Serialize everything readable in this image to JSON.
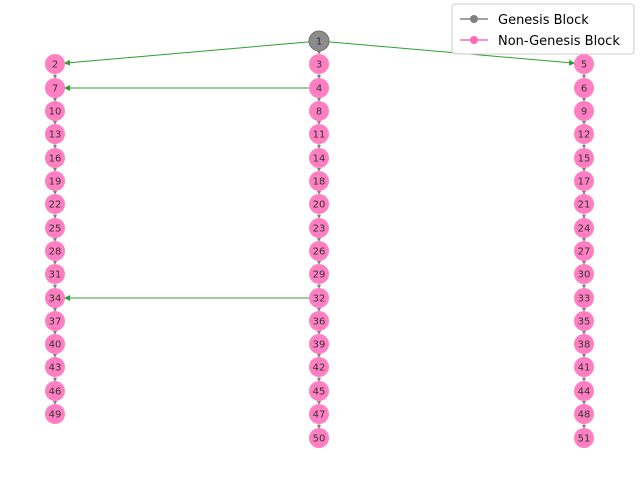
{
  "legend": {
    "items": [
      {
        "label": "Genesis Block",
        "color": "#808080"
      },
      {
        "label": "Non-Genesis Block",
        "color": "#ff69b4"
      }
    ]
  },
  "colors": {
    "genesis_fill": "#8c8c8c",
    "node_fill": "#ff7fc2",
    "chain_edge": "#808080",
    "fork_edge": "#2ca02c",
    "label": "#333333"
  },
  "graph": {
    "genesis": "1",
    "columns": [
      [
        "2",
        "7",
        "10",
        "13",
        "16",
        "19",
        "22",
        "25",
        "28",
        "31",
        "34",
        "37",
        "40",
        "43",
        "46",
        "49"
      ],
      [
        "1",
        "3",
        "4",
        "8",
        "11",
        "14",
        "18",
        "20",
        "23",
        "26",
        "29",
        "32",
        "36",
        "39",
        "42",
        "45",
        "47",
        "50"
      ],
      [
        "5",
        "6",
        "9",
        "12",
        "15",
        "17",
        "21",
        "24",
        "27",
        "30",
        "33",
        "35",
        "38",
        "41",
        "44",
        "48",
        "51"
      ]
    ],
    "fork_edges": [
      {
        "from": "1",
        "to": "2"
      },
      {
        "from": "1",
        "to": "5"
      },
      {
        "from": "4",
        "to": "7"
      },
      {
        "from": "32",
        "to": "34"
      }
    ]
  }
}
